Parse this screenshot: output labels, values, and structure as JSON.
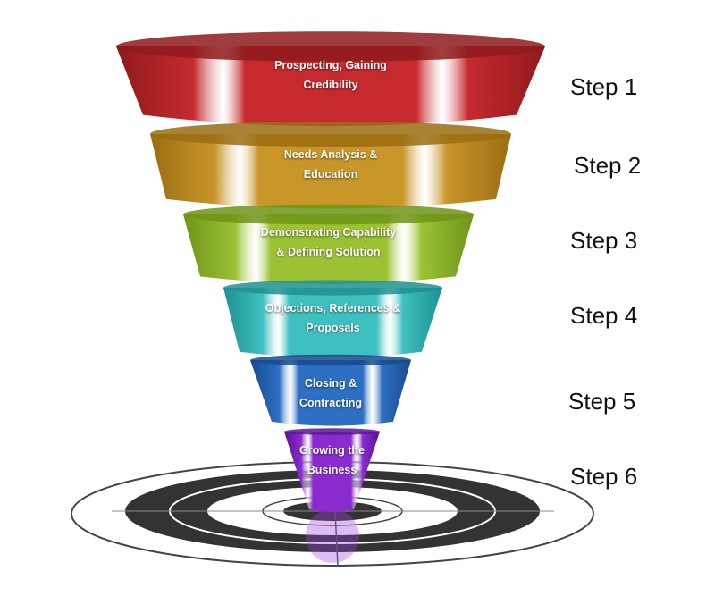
{
  "title": "Sales Funnel",
  "segments": [
    {
      "line1": "Prospecting, Gaining",
      "line2": "Credibility",
      "step": "Step 1",
      "color": "#c62a2e",
      "dark": "#8e1a1c"
    },
    {
      "line1": "Needs Analysis &",
      "line2": "Education",
      "step": "Step 2",
      "color": "#c9962a",
      "dark": "#9a6d12"
    },
    {
      "line1": "Demonstrating Capability",
      "line2": "& Defining Solution",
      "step": "Step 3",
      "color": "#9cc234",
      "dark": "#6f9418"
    },
    {
      "line1": "Objections, References &",
      "line2": "Proposals",
      "step": "Step 4",
      "color": "#3fc0c0",
      "dark": "#1d9192"
    },
    {
      "line1": "Closing &",
      "line2": "Contracting",
      "step": "Step 5",
      "color": "#2d6fc2",
      "dark": "#184a8e"
    },
    {
      "line1": "Growing the",
      "line2": "Business",
      "step": "Step 6",
      "color": "#8a2bd0",
      "dark": "#5a1496"
    }
  ]
}
